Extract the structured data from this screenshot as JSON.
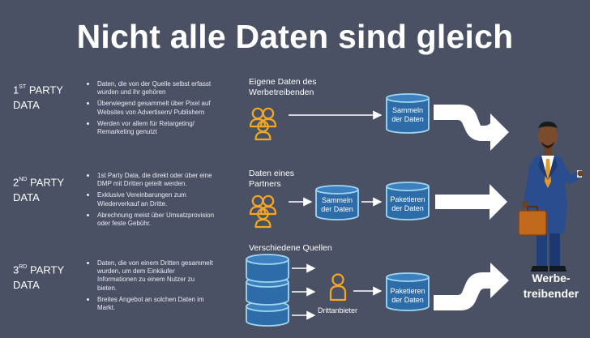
{
  "title": "Nicht alle Daten sind gleich",
  "tiers": [
    {
      "num": "1",
      "sup": "ST",
      "line1": "PARTY",
      "line2": "DATA",
      "bullets": [
        "Daten, die von der Quelle selbst erfasst wurden und ihr gehören",
        "Überwiegend gesammelt über Pixel auf Websites von Advertisern/ Publishern",
        "Werden vor allem für Retargeting/ Remarketing genutzt"
      ]
    },
    {
      "num": "2",
      "sup": "ND",
      "line1": "PARTY",
      "line2": "DATA",
      "bullets": [
        "1st Party Data, die direkt oder über eine DMP mit Dritten geteilt werden.",
        "Exklusive Vereinbarungen zum Wiederverkauf an Dritte.",
        "Abrechnung meist über Umsatzprovision oder feste Gebühr."
      ]
    },
    {
      "num": "3",
      "sup": "RD",
      "line1": "PARTY",
      "line2": "DATA",
      "bullets": [
        "Daten, die von einem Dritten gesammelt wurden, um dem Einkäufer Informationen zu einem Nutzer zu bieten.",
        "Breites Angebot an solchen Daten im Markt."
      ]
    }
  ],
  "flow": {
    "row1_label": "Eigene Daten des Werbetreibenden",
    "row2_label": "Daten eines Partners",
    "row3_label": "Verschiedene Quellen",
    "sammeln": "Sammeln der Daten",
    "paketieren": "Paketieren der Daten",
    "drittanbieter": "Drittanbieter"
  },
  "buyer": {
    "line1": "Werbe-",
    "line2": "treibender"
  },
  "colors": {
    "background": "#4a5164",
    "accent": "#f5a623",
    "cylinder": "#2d6ca8",
    "cylinder_rim": "#9fd7f2"
  }
}
